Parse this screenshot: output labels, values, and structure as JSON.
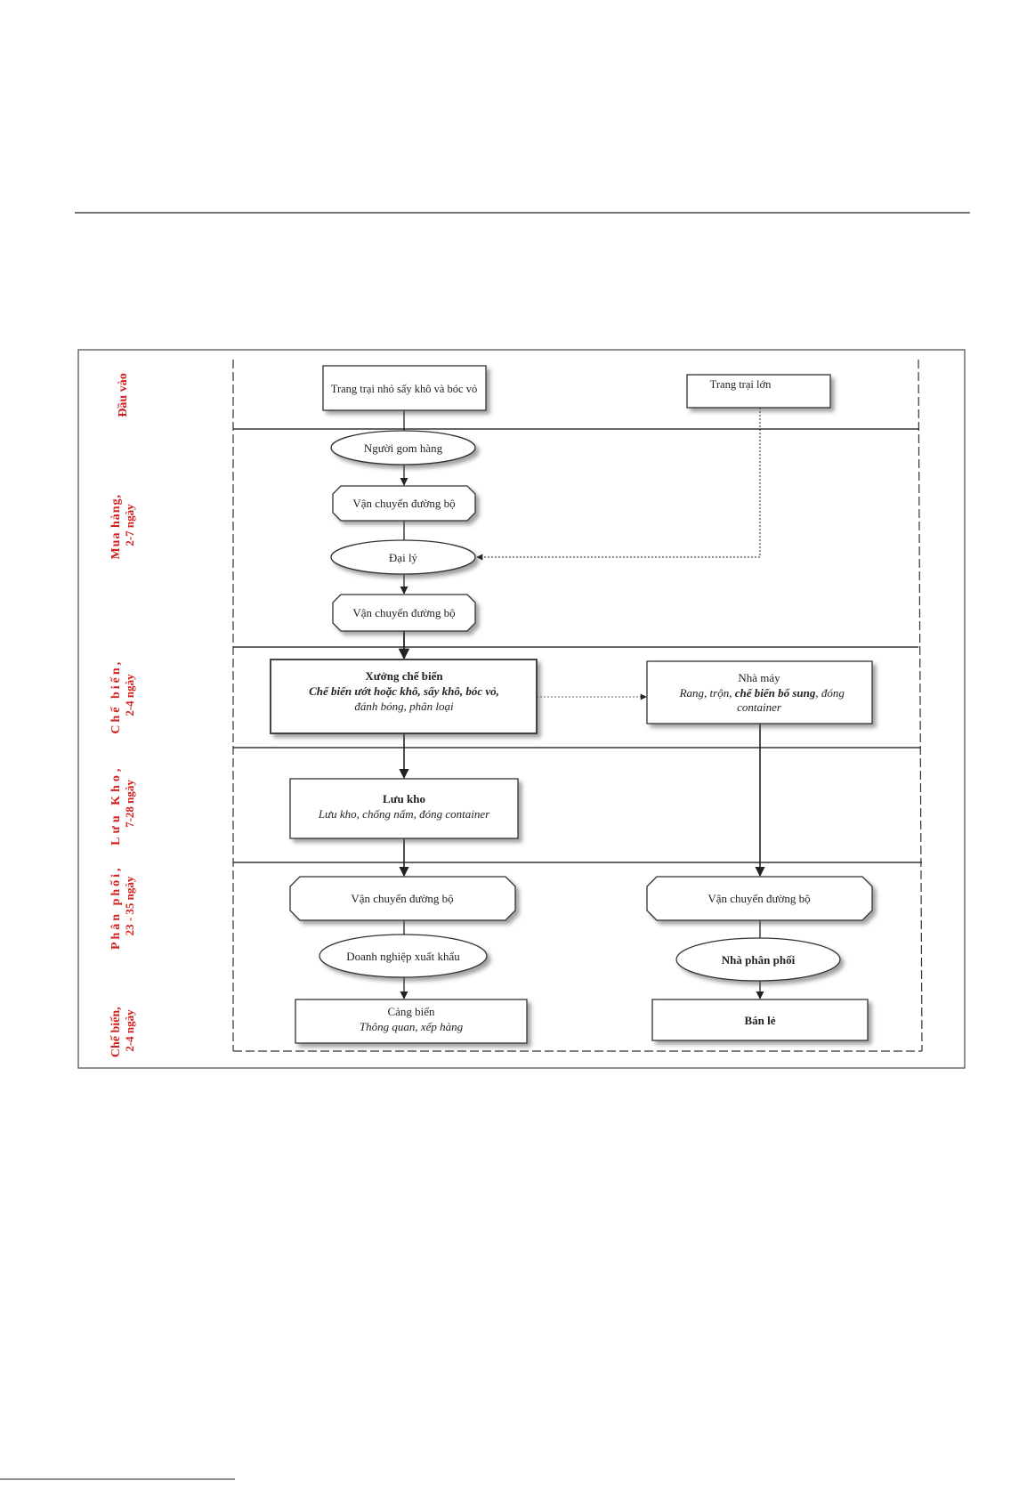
{
  "colors": {
    "lane_label": "#d11f1f",
    "stroke": "#333333",
    "text": "#222222"
  },
  "lanes": [
    {
      "line1": "Đầu vào"
    },
    {
      "line1": "Mua hàng,",
      "line2": "2-7 ngày"
    },
    {
      "line1": "Chế biến,",
      "line2": "2-4 ngày"
    },
    {
      "line1": "Lưu Kho,",
      "line2": "7-28 ngày"
    },
    {
      "line1": "Phân phối,",
      "line2": "23 - 35 ngày"
    },
    {
      "line1": "Chế biến,",
      "line2": "2-4 ngày"
    }
  ],
  "nodes": {
    "small_farm": "Trang trại nhỏ sấy khô và bóc vỏ",
    "large_farm": "Trang trại lớn",
    "collector": "Người gom hàng",
    "road_transport_1": "Vận chuyển đường bộ",
    "agent": "Đại lý",
    "road_transport_2": "Vận chuyển đường bộ",
    "processing_workshop": {
      "title": "Xưởng chế biến",
      "line1": "Chế biến ướt hoặc khô, sấy khô, bóc vỏ,",
      "line2": "đánh bóng, phân loại"
    },
    "factory": {
      "title": "Nhà máy",
      "line1_a": "Rang, trộn, ",
      "line1_b": "chế biến bổ sung",
      "line1_c": ", đóng",
      "line2": "container"
    },
    "warehouse": {
      "title": "Lưu kho",
      "line1": "Lưu kho, chống nấm, đóng container"
    },
    "road_transport_3": "Vận chuyển đường bộ",
    "road_transport_4": "Vận chuyển đường bộ",
    "exporter": "Doanh nghiệp xuất khẩu",
    "distributor": "Nhà phân phối",
    "seaport": {
      "title": "Cảng biển",
      "line1": "Thông quan, xếp hàng"
    },
    "retail": "Bán lẻ"
  }
}
